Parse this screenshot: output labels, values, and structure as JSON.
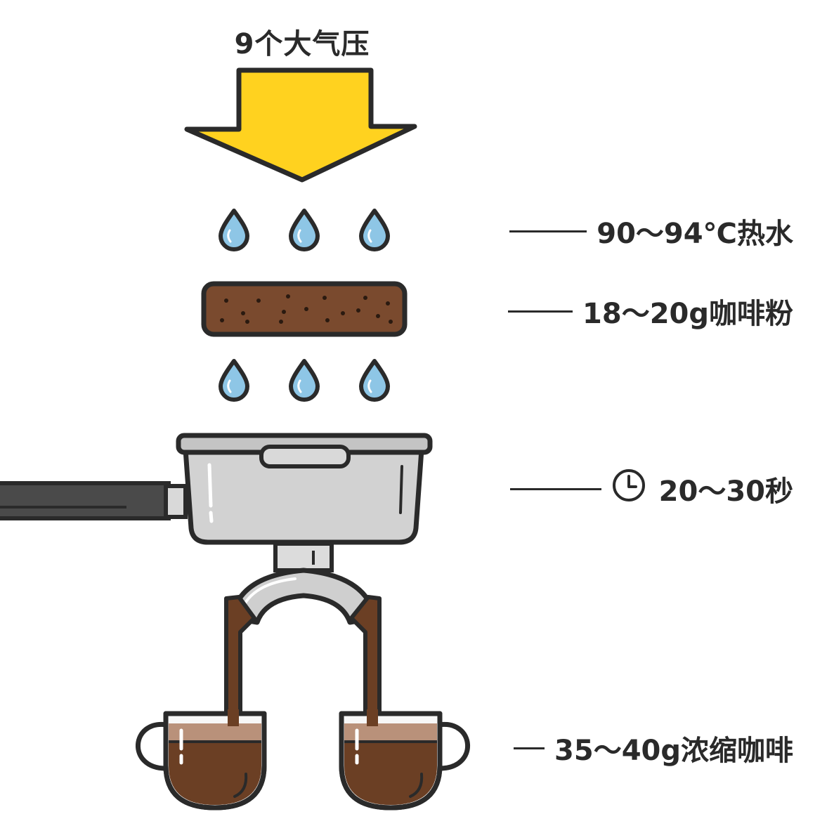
{
  "title": "9个大气压",
  "labels": {
    "water": "90～94℃热水",
    "grounds": "18～20g咖啡粉",
    "time": "20～30秒",
    "espresso": "35～40g浓缩咖啡"
  },
  "icons": {
    "pressure": "down-arrow-icon",
    "drop": "water-drop-icon",
    "clock": "clock-icon"
  },
  "colors": {
    "arrow": "#ffd21f",
    "outline": "#2a2a2a",
    "drop": "#8ec6e6",
    "grounds": "#7a4a2e",
    "portafilter": "#c9c9c9",
    "coffee": "#6b3f24",
    "crema": "#b9917a"
  }
}
